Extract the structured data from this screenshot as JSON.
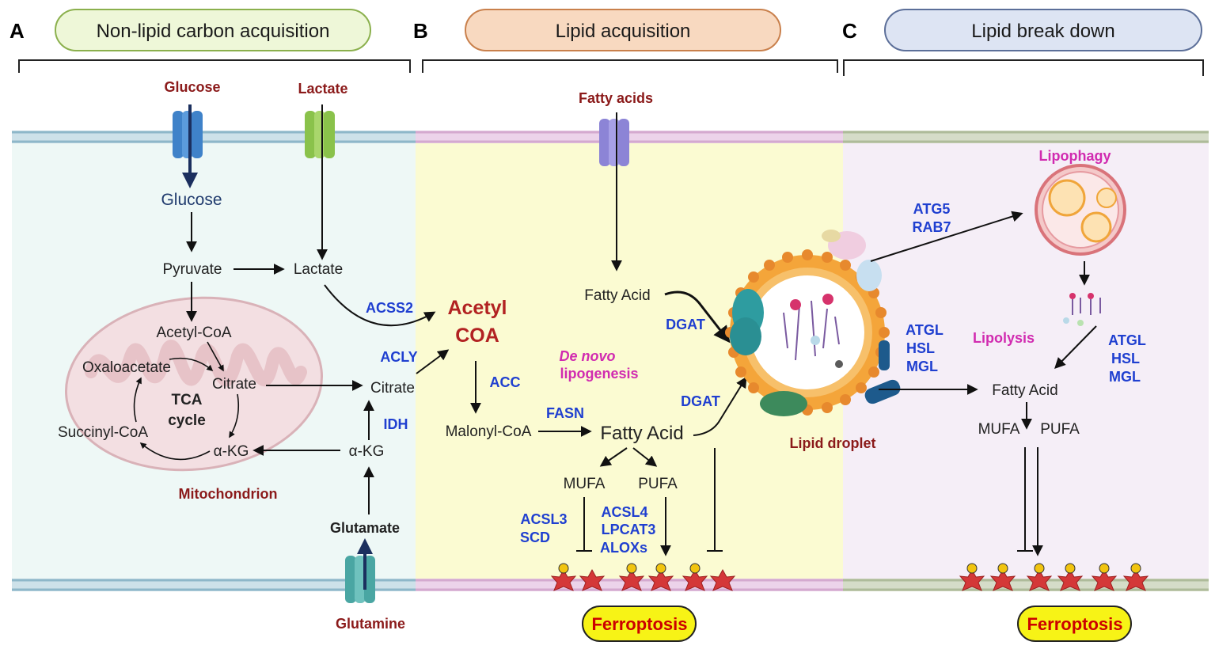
{
  "panels": {
    "a": {
      "letter": "A",
      "title": "Non-lipid carbon acquisition"
    },
    "b": {
      "letter": "B",
      "title": "Lipid acquisition"
    },
    "c": {
      "letter": "C",
      "title": "Lipid break down"
    }
  },
  "panel_a": {
    "glucose_in": "Glucose",
    "lactate_in": "Lactate",
    "glucose": "Glucose",
    "pyruvate": "Pyruvate",
    "lactate": "Lactate",
    "acetyl_coa": "Acetyl-CoA",
    "oxaloacetate": "Oxaloacetate",
    "citrate_mito": "Citrate",
    "tca_1": "TCA",
    "tca_2": "cycle",
    "succinyl_coa": "Succinyl-CoA",
    "akg_mito": "α-KG",
    "mitochondrion": "Mitochondrion",
    "citrate": "Citrate",
    "akg": "α-KG",
    "glutamate": "Glutamate",
    "glutamine": "Glutamine",
    "acss2": "ACSS2",
    "acly": "ACLY",
    "idh": "IDH"
  },
  "panel_b": {
    "fatty_acids_in": "Fatty acids",
    "acetyl_1": "Acetyl",
    "acetyl_2": "COA",
    "acc": "ACC",
    "malonyl": "Malonyl-CoA",
    "fasn": "FASN",
    "fatty_acid_dn": "Fatty Acid",
    "fatty_acid": "Fatty Acid",
    "dgat_1": "DGAT",
    "dgat_2": "DGAT",
    "de_novo_1": "De novo",
    "de_novo_2": "lipogenesis",
    "mufa": "MUFA",
    "pufa": "PUFA",
    "acsl3": "ACSL3",
    "scd": "SCD",
    "acsl4": "ACSL4",
    "lpcat3": "LPCAT3",
    "aloxs": "ALOXs",
    "ferroptosis": "Ferroptosis",
    "lipid_droplet": "Lipid droplet"
  },
  "panel_c": {
    "lipophagy": "Lipophagy",
    "atg5": "ATG5",
    "rab7": "RAB7",
    "atgl_1": "ATGL",
    "hsl_1": "HSL",
    "mgl_1": "MGL",
    "lipolysis": "Lipolysis",
    "atgl_2": "ATGL",
    "hsl_2": "HSL",
    "mgl_2": "MGL",
    "fatty_acid": "Fatty Acid",
    "mufa": "MUFA",
    "pufa": "PUFA",
    "ferroptosis": "Ferroptosis"
  },
  "colors": {
    "panel_a_bg": "#eef8f6",
    "panel_b_bg": "#fbfbd2",
    "panel_c_bg": "#f5eef7",
    "pill_a": "#eef7d8",
    "pill_b": "#f8d9c0",
    "pill_c": "#dde4f3",
    "enzyme_blue": "#1f3fd0",
    "metabolite_red": "#8b1a1a",
    "process_pink": "#d12bb0",
    "ferroptosis_bg": "#f7f316",
    "ferroptosis_text": "#cc0000"
  }
}
